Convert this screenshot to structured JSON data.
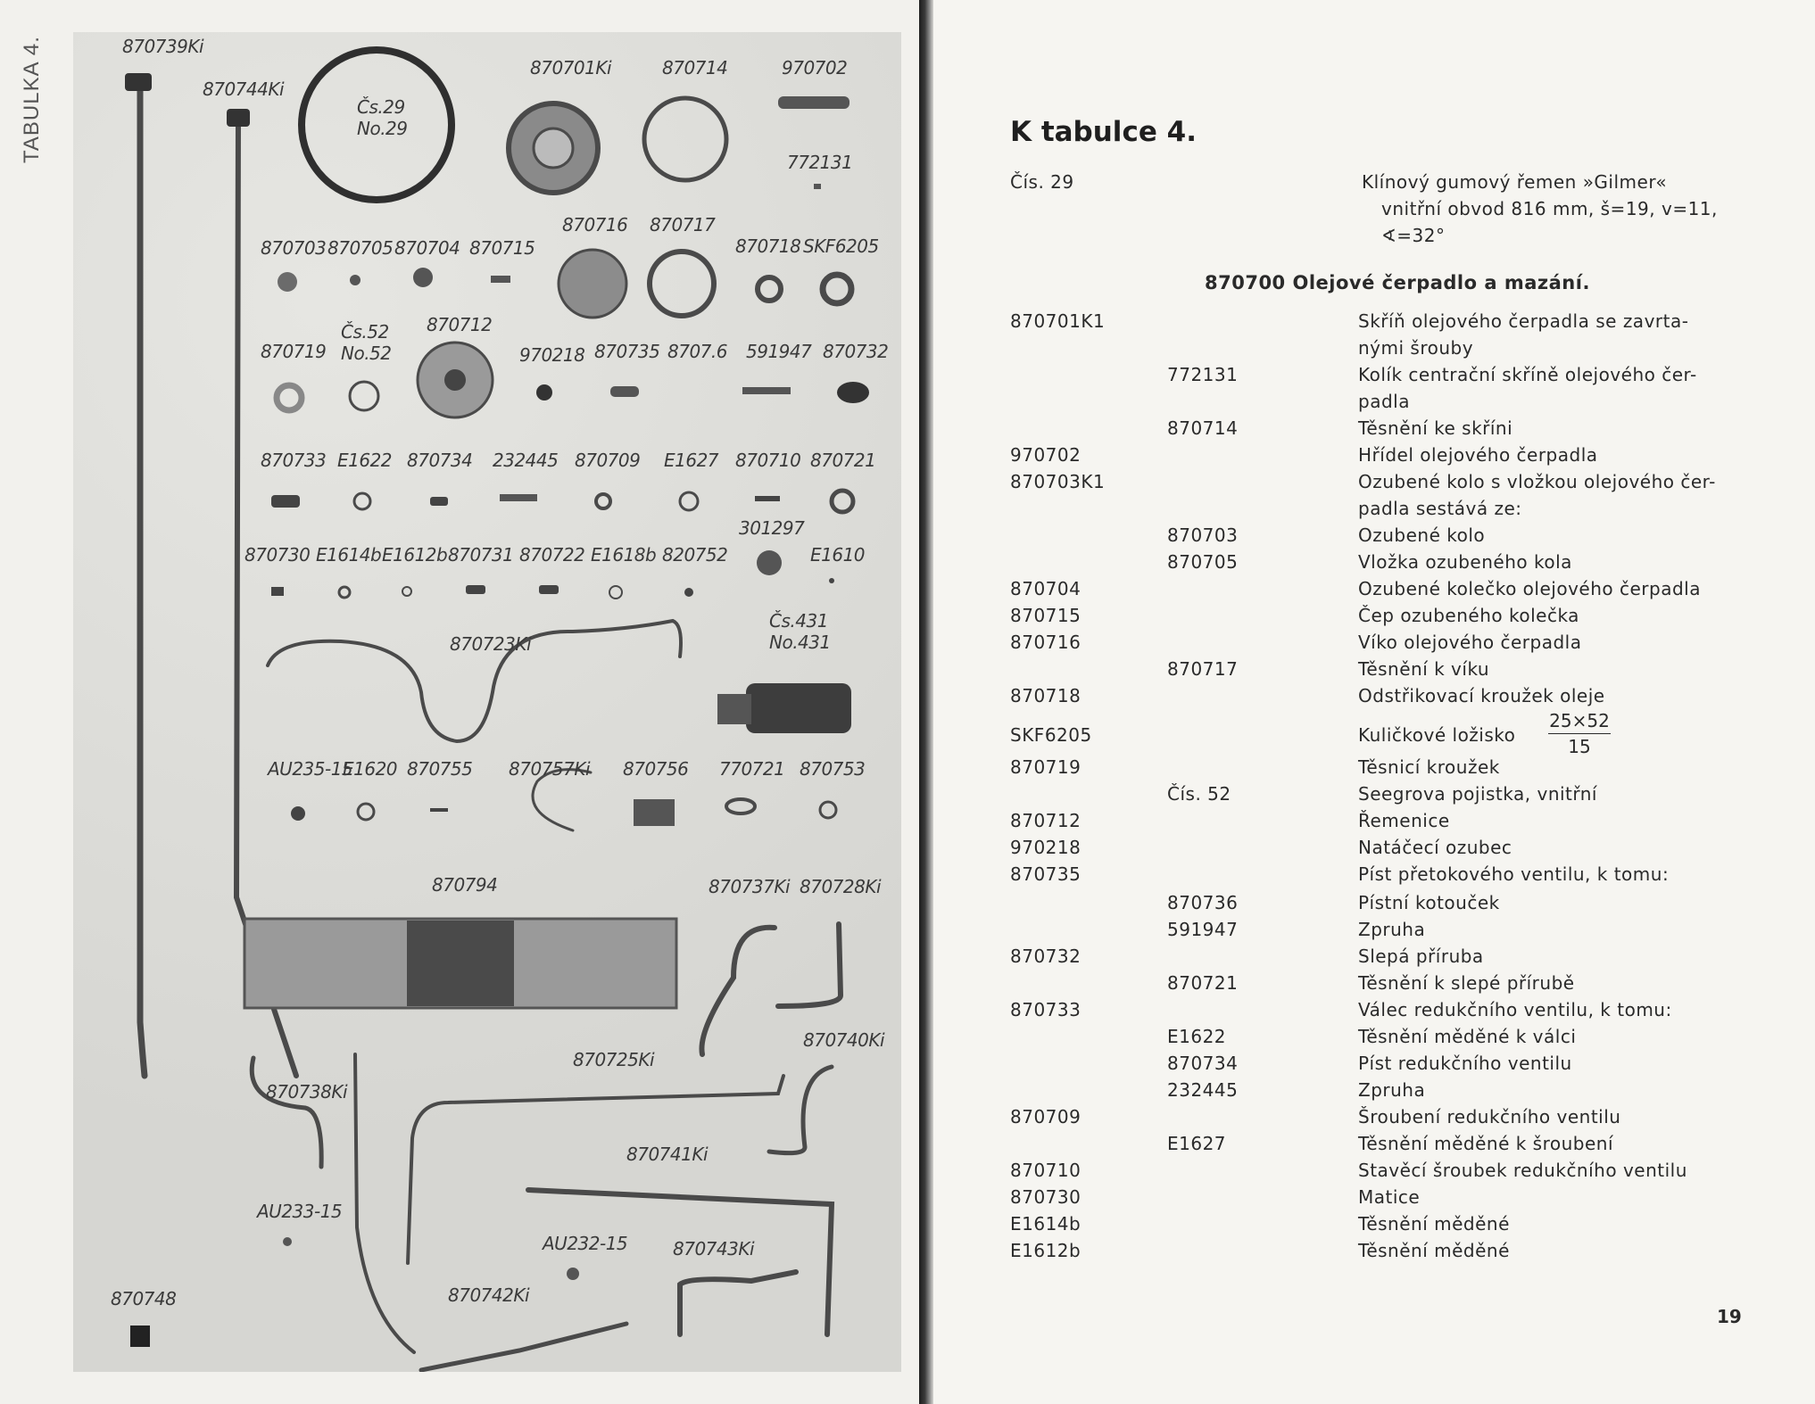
{
  "left_page": {
    "side_label": "TABULKA 4.",
    "photo_labels": {
      "l870739": "870739Ki",
      "l870744": "870744Ki",
      "l_cis29": "Čs.29\nNo.29",
      "l870701": "870701Ki",
      "l870714": "870714",
      "l970702": "970702",
      "l772131": "772131",
      "l870716": "870716",
      "l870717": "870717",
      "l870703": "870703",
      "l870705": "870705",
      "l870704": "870704",
      "l870715": "870715",
      "l870718": "870718",
      "lskf6205": "SKF6205",
      "l_cis52": "Čs.52\nNo.52",
      "l870712": "870712",
      "l870719": "870719",
      "l970218": "970218",
      "l870735": "870735",
      "l870736": "8707.6",
      "l591947": "591947",
      "l870732": "870732",
      "l870733": "870733",
      "le1622": "E1622",
      "l870734": "870734",
      "l232445": "232445",
      "l870709": "870709",
      "le1627": "E1627",
      "l870710": "870710",
      "l870721": "870721",
      "l301297": "301297",
      "l870730": "870730",
      "le1614b": "E1614b",
      "le1612b": "E1612b",
      "l870731": "870731",
      "l870722": "870722",
      "le1618b": "E1618b",
      "l820752": "820752",
      "le1610": "E1610",
      "l870723": "870723Ki",
      "l_cis431": "Čs.431\nNo.431",
      "lau235": "AU235-15",
      "le1620": "E1620",
      "l870755": "870755",
      "l870757": "870757Ki",
      "l870756": "870756",
      "l770721": "770721",
      "l870753": "870753",
      "l870794": "870794",
      "l870737": "870737Ki",
      "l870728": "870728Ki",
      "l870740": "870740Ki",
      "l870725": "870725Ki",
      "l870738": "870738Ki",
      "l870741": "870741Ki",
      "lau233": "AU233-15",
      "lau232": "AU232-15",
      "l870743": "870743Ki",
      "l870742": "870742Ki",
      "l870748": "870748"
    }
  },
  "right_page": {
    "heading": "K tabulce 4.",
    "cis29": {
      "col1": "Čís. 29",
      "line1": "Klínový gumový řemen »Gilmer«",
      "line2": "vnitřní obvod 816 mm, š=19, v=11,",
      "line3": "∢=32°"
    },
    "subheading": "870700 Olejové čerpadlo a mazání.",
    "rows": [
      {
        "a": "870701K1",
        "b": "",
        "d": "Skříň olejového čerpadla se zavrta-"
      },
      {
        "a": "",
        "b": "",
        "d": "nými šrouby"
      },
      {
        "a": "",
        "b": "772131",
        "d": "Kolík centrační skříně olejového čer-"
      },
      {
        "a": "",
        "b": "",
        "d": "padla"
      },
      {
        "a": "",
        "b": "870714",
        "d": "Těsnění ke skříni"
      },
      {
        "a": "970702",
        "b": "",
        "d": "Hřídel olejového čerpadla"
      },
      {
        "a": "870703K1",
        "b": "",
        "d": "Ozubené kolo s vložkou olejového čer-"
      },
      {
        "a": "",
        "b": "",
        "d": "padla sestává ze:"
      },
      {
        "a": "",
        "b": "870703",
        "d": "Ozubené kolo"
      },
      {
        "a": "",
        "b": "870705",
        "d": "Vložka ozubeného kola"
      },
      {
        "a": "870704",
        "b": "",
        "d": "Ozubené kolečko olejového čerpadla"
      },
      {
        "a": "870715",
        "b": "",
        "d": "Čep ozubeného kolečka"
      },
      {
        "a": "870716",
        "b": "",
        "d": "Víko olejového čerpadla"
      },
      {
        "a": "",
        "b": "870717",
        "d": "Těsnění k víku"
      },
      {
        "a": "870718",
        "b": "",
        "d": "Odstřikovací kroužek oleje"
      },
      {
        "a": "SKF6205",
        "b": "",
        "d": "Kuličkové ložisko"
      },
      {
        "a": "870719",
        "b": "",
        "d": "Těsnicí kroužek"
      },
      {
        "a": "",
        "b": "Čís. 52",
        "d": "Seegrova pojistka, vnitřní"
      },
      {
        "a": "870712",
        "b": "",
        "d": "Řemenice"
      },
      {
        "a": "970218",
        "b": "",
        "d": "Natáčecí ozubec"
      },
      {
        "a": "870735",
        "b": "",
        "d": "Píst přetokového ventilu, k tomu:"
      },
      {
        "a": "",
        "b": "870736",
        "d": "Pístní kotouček"
      },
      {
        "a": "",
        "b": "591947",
        "d": "Zpruha"
      },
      {
        "a": "870732",
        "b": "",
        "d": "Slepá příruba"
      },
      {
        "a": "",
        "b": "870721",
        "d": "Těsnění k slepé přírubě"
      },
      {
        "a": "870733",
        "b": "",
        "d": "Válec redukčního ventilu, k tomu:"
      },
      {
        "a": "",
        "b": "E1622",
        "d": "Těsnění měděné k válci"
      },
      {
        "a": "",
        "b": "870734",
        "d": "Píst redukčního ventilu"
      },
      {
        "a": "",
        "b": "232445",
        "d": "Zpruha"
      },
      {
        "a": "870709",
        "b": "",
        "d": "Šroubení redukčního ventilu"
      },
      {
        "a": "",
        "b": "E1627",
        "d": "Těsnění měděné k šroubení"
      },
      {
        "a": "870710",
        "b": "",
        "d": "Stavěcí šroubek redukčního ventilu"
      },
      {
        "a": "870730",
        "b": "",
        "d": "Matice"
      },
      {
        "a": "E1614b",
        "b": "",
        "d": "Těsnění měděné"
      },
      {
        "a": "E1612b",
        "b": "",
        "d": "Těsnění měděné"
      }
    ],
    "bearing_fraction": {
      "numerator": "25×52",
      "denominator": "15"
    },
    "page_number": "19"
  }
}
